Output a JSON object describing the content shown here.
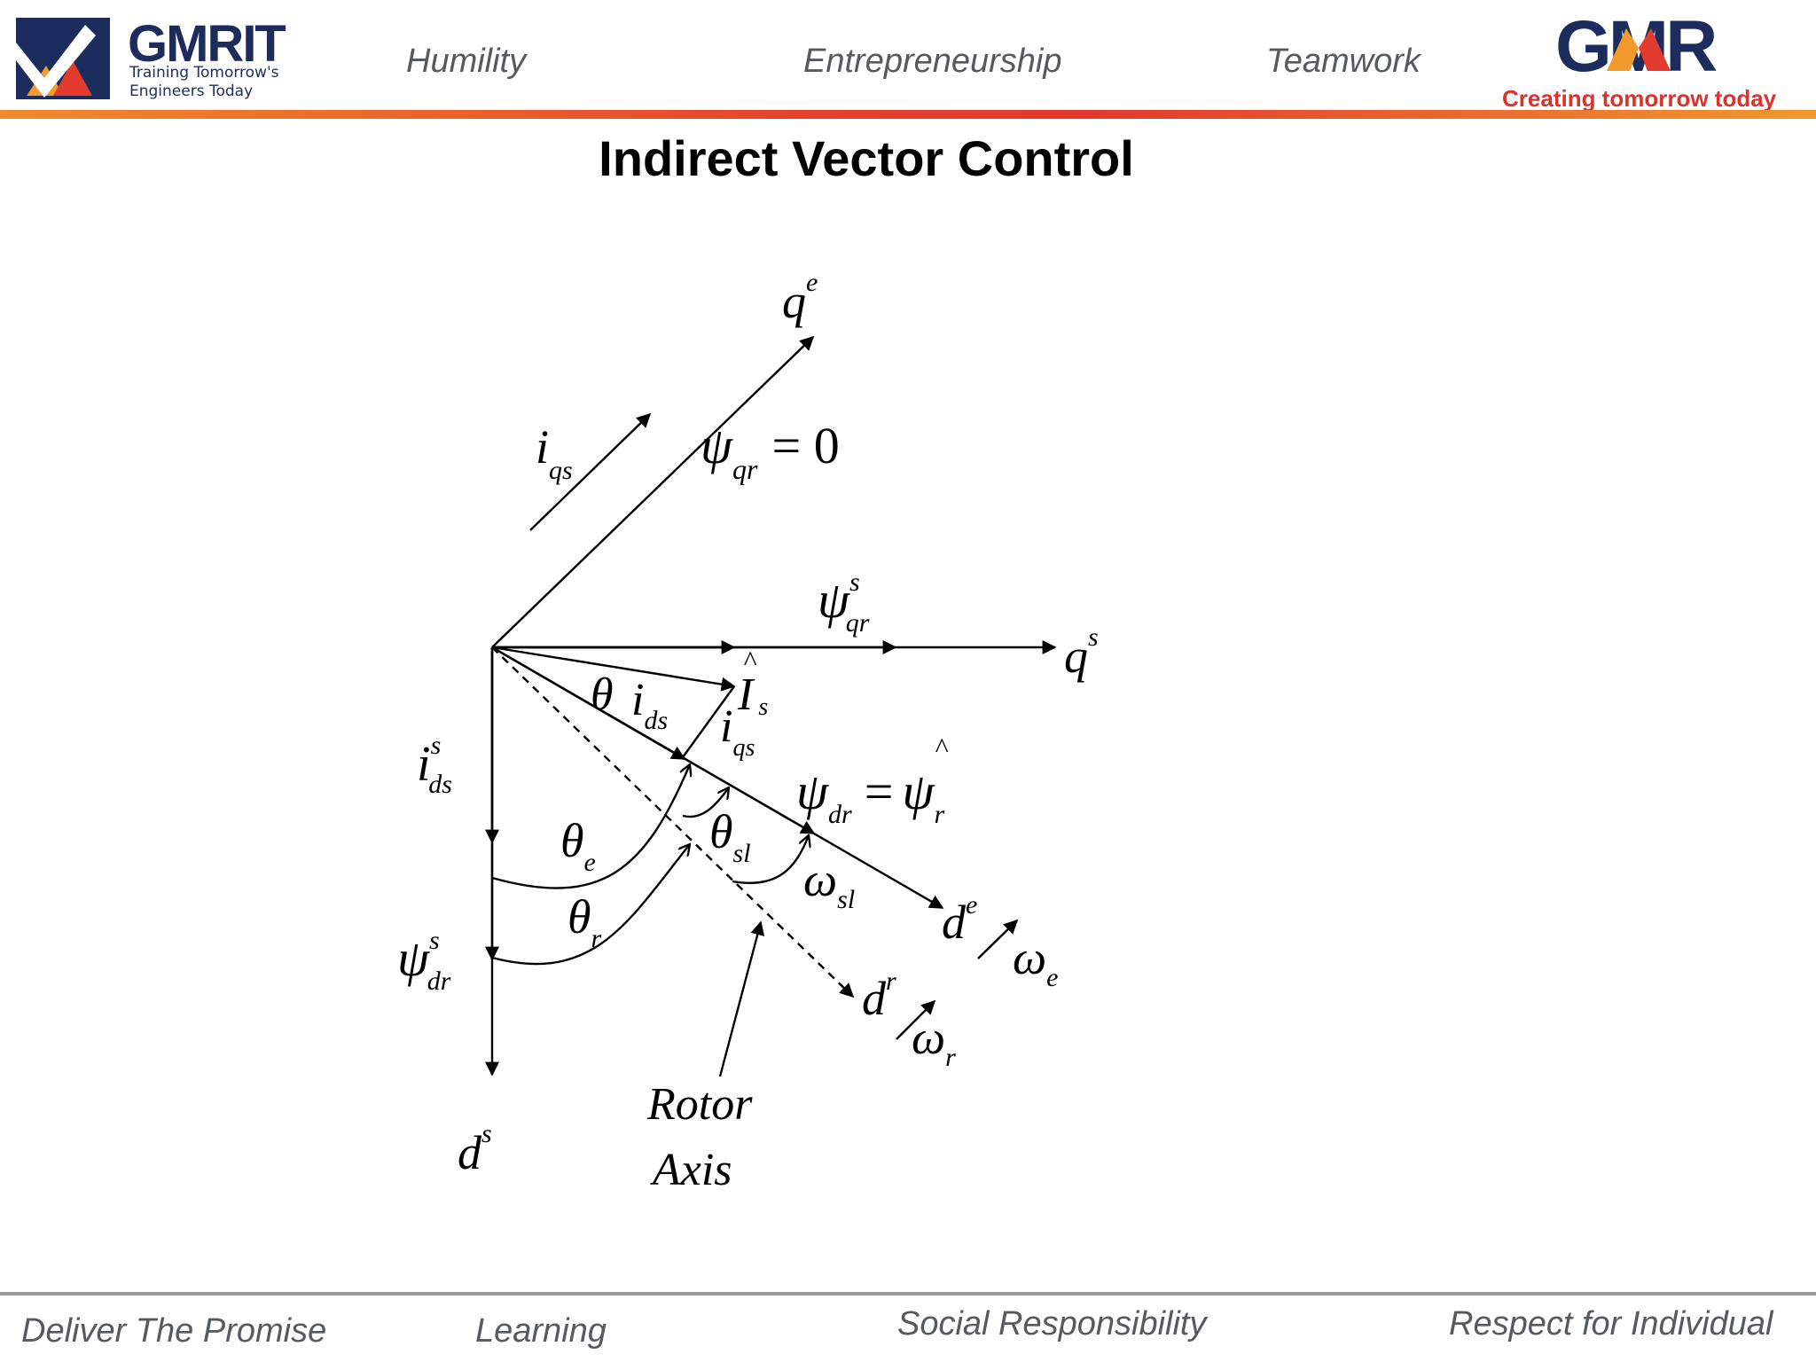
{
  "header": {
    "gmrit_logo": {
      "name": "GMRIT",
      "tagline_line1": "Training Tomorrow's",
      "tagline_line2": "Engineers Today"
    },
    "values": [
      "Humility",
      "Entrepreneurship",
      "Teamwork"
    ],
    "gmr_logo": {
      "name": "GMR",
      "tagline": "Creating tomorrow today"
    }
  },
  "slide": {
    "title": "Indirect Vector Control"
  },
  "diagram": {
    "labels": {
      "qe": "q",
      "qe_sup": "e",
      "qs": "q",
      "qs_sup": "s",
      "ds": "d",
      "ds_sup": "s",
      "de": "d",
      "de_sup": "e",
      "dr": "d",
      "dr_sup": "r",
      "iqs": "i",
      "iqs_sub": "qs",
      "psi_qr_eq": "ψ",
      "psi_qr_eq_sub": "qr",
      "psi_qr_eq_rhs": "= 0",
      "psi_qr_s": "ψ",
      "psi_qr_s_sup": "s",
      "psi_qr_s_sub": "qr",
      "theta": "θ",
      "ids": "i",
      "ids_sub": "ds",
      "Is": "I",
      "Is_sub": "s",
      "hat": "^",
      "iqs2": "i",
      "iqs2_sub": "qs",
      "ids_s": "i",
      "ids_s_sup": "s",
      "ids_s_sub": "ds",
      "psi_dr_eq": "ψ",
      "psi_dr_eq_sub": "dr",
      "psi_dr_eq_mid": "=",
      "psi_dr_eq_rhs": "ψ",
      "psi_dr_eq_rhs_sub": "r",
      "theta_e": "θ",
      "theta_e_sub": "e",
      "theta_sl": "θ",
      "theta_sl_sub": "sl",
      "theta_r": "θ",
      "theta_r_sub": "r",
      "omega_sl": "ω",
      "omega_sl_sub": "sl",
      "omega_e": "ω",
      "omega_e_sub": "e",
      "omega_r": "ω",
      "omega_r_sub": "r",
      "psi_dr_s": "ψ",
      "psi_dr_s_sup": "s",
      "psi_dr_s_sub": "dr",
      "rotor_line1": "Rotor",
      "rotor_line2": "Axis"
    }
  },
  "footer": {
    "values": [
      "Deliver The Promise",
      "Learning",
      "Social Responsibility",
      "Respect for Individual"
    ]
  }
}
